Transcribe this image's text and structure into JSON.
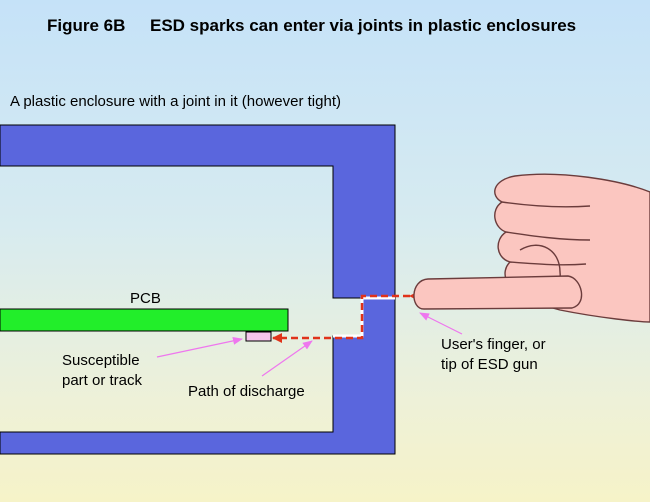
{
  "figure": {
    "number": "Figure 6B",
    "caption": "ESD sparks can enter via joints in plastic enclosures"
  },
  "labels": {
    "enclosure": "A plastic enclosure with a joint in it (however tight)",
    "pcb": "PCB",
    "susceptible_line1": "Susceptible",
    "susceptible_line2": "part or track",
    "path": "Path of discharge",
    "finger_line1": "User's finger, or",
    "finger_line2": "tip of ESD gun"
  },
  "colors": {
    "enclosure": "#5a66dd",
    "pcb": "#22ee2a",
    "susceptible_part": "#f4c6ec",
    "skin": "#fbc6c0",
    "skin_outline": "#6b3c3c",
    "discharge_path": "#e0331a",
    "annotation_arrow": "#ee77ee"
  }
}
